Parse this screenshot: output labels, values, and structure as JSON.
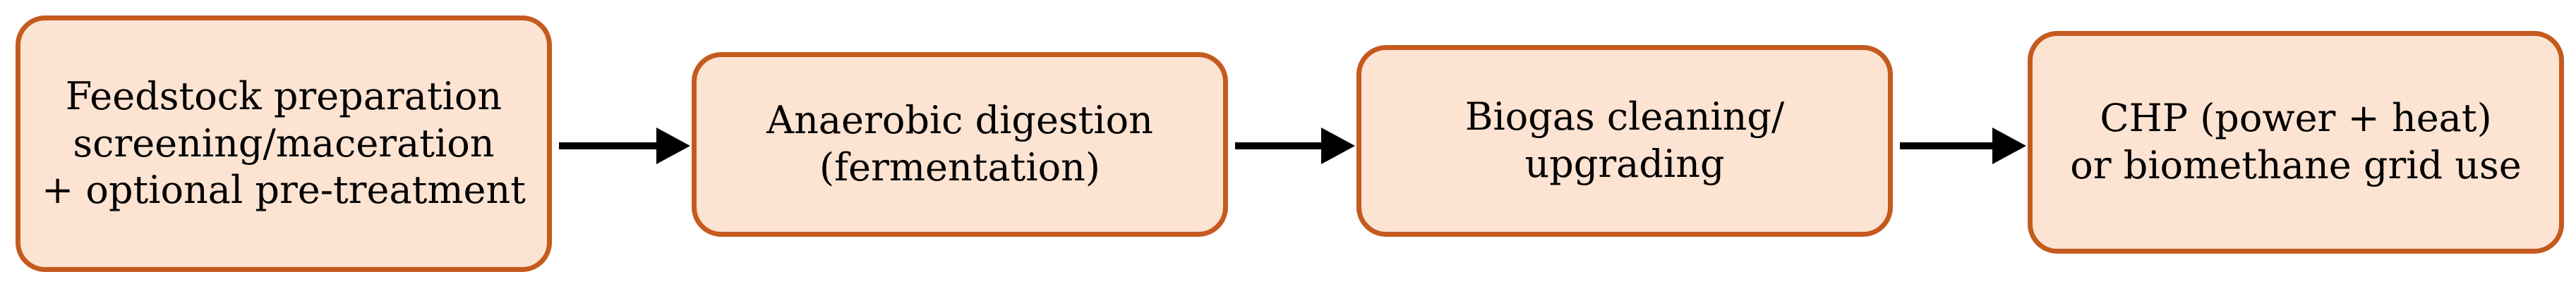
{
  "diagram": {
    "colors": {
      "box_fill": "#fce3d2",
      "box_border": "#c55a1f",
      "arrow": "#000000",
      "text": "#000000"
    },
    "steps": [
      {
        "lines": [
          "Feedstock preparation",
          "screening/maceration",
          "+ optional pre-treatment"
        ]
      },
      {
        "lines": [
          "Anaerobic digestion",
          "(fermentation)"
        ]
      },
      {
        "lines": [
          "Biogas cleaning/",
          "upgrading"
        ]
      },
      {
        "lines": [
          "CHP (power + heat)",
          "or biomethane grid use"
        ]
      }
    ],
    "connectors": [
      {
        "from": "step-1",
        "to": "step-2"
      },
      {
        "from": "step-2",
        "to": "step-3"
      },
      {
        "from": "step-3",
        "to": "step-4"
      }
    ]
  }
}
